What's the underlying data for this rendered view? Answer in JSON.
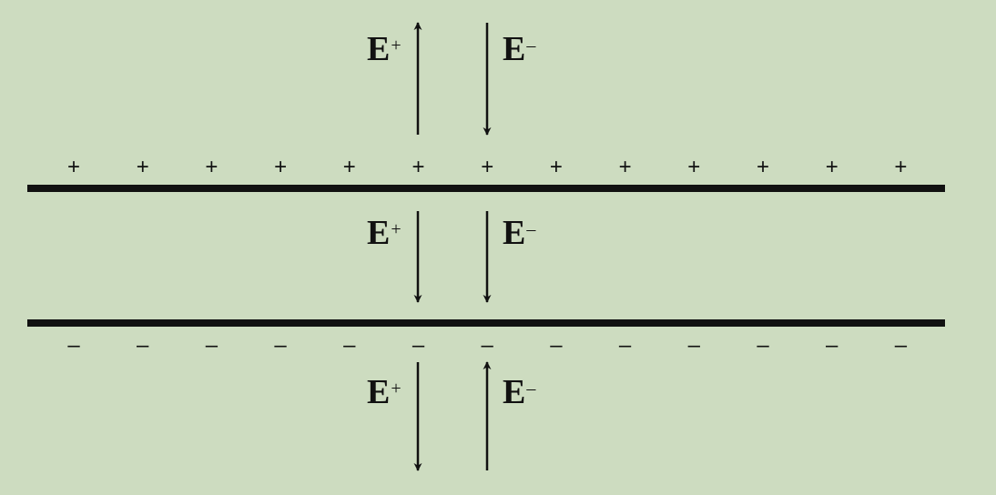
{
  "colors": {
    "background": "#cddcc0",
    "ink": "#111111"
  },
  "plates": [
    {
      "name": "positive-plate",
      "charge_symbol": "+",
      "count": 13
    },
    {
      "name": "negative-plate",
      "charge_symbol": "–",
      "count": 13
    }
  ],
  "regions": [
    {
      "name": "above",
      "fields": [
        {
          "label": "E",
          "sign": "+",
          "direction": "up"
        },
        {
          "label": "E",
          "sign": "–",
          "direction": "down"
        }
      ]
    },
    {
      "name": "between",
      "fields": [
        {
          "label": "E",
          "sign": "+",
          "direction": "down"
        },
        {
          "label": "E",
          "sign": "–",
          "direction": "down"
        }
      ]
    },
    {
      "name": "below",
      "fields": [
        {
          "label": "E",
          "sign": "+",
          "direction": "down"
        },
        {
          "label": "E",
          "sign": "–",
          "direction": "up"
        }
      ]
    }
  ]
}
